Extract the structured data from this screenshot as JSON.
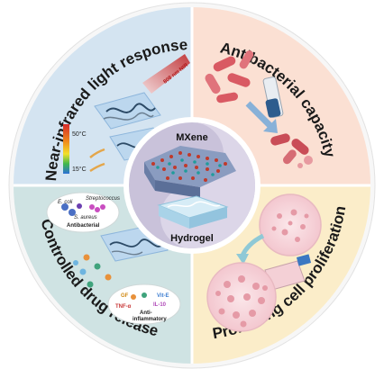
{
  "quadrants": {
    "top_left": {
      "title": "Near-infrared light response",
      "bg": "#d4e4f1"
    },
    "top_right": {
      "title": "Antibacterial capacity",
      "bg": "#fbe0d3"
    },
    "bottom_left": {
      "title": "Controlled drug release",
      "bg": "#cfe3e3"
    },
    "bottom_right": {
      "title": "Promoting cell proliferation",
      "bg": "#fbedc9"
    }
  },
  "center": {
    "top": "MXene",
    "bottom": "Hydrogel"
  },
  "nir": {
    "laser": "808 nm NIR",
    "temp_high": "50°C",
    "temp_low": "15°C"
  },
  "bacteria": {
    "ecoli": "E. coli",
    "saureus": "S. aureus",
    "strep": "Streptococcus",
    "label": "Antibacterial"
  },
  "drug": {
    "gf": "GF",
    "vite": "Vit-E",
    "tnf": "TNF-α",
    "il": "IL-10",
    "anti1": "Anti-",
    "anti2": "inflammatory"
  }
}
